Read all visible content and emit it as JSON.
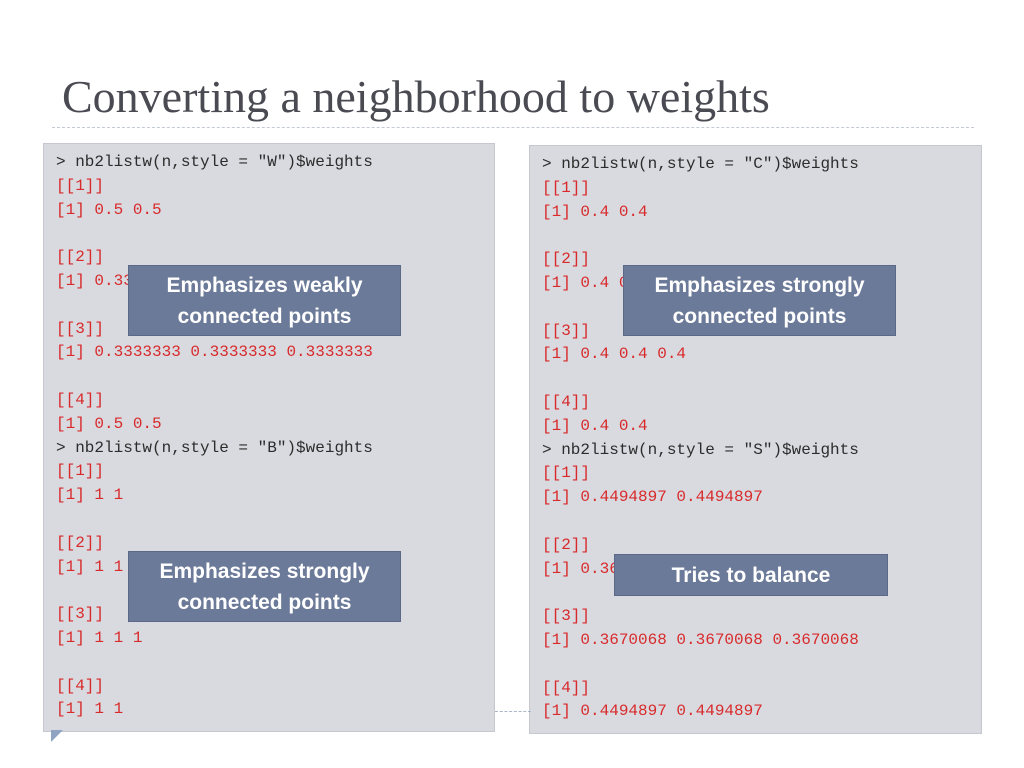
{
  "slide": {
    "title": "Converting a neighborhood to weights"
  },
  "panels": {
    "left": {
      "lines": [
        {
          "kind": "cmd",
          "text": "> nb2listw(n,style = \"W\")$weights"
        },
        {
          "kind": "out",
          "text": "[[1]]"
        },
        {
          "kind": "out",
          "text": "[1] 0.5 0.5"
        },
        {
          "kind": "out",
          "text": ""
        },
        {
          "kind": "out",
          "text": "[[2]]"
        },
        {
          "kind": "out",
          "text": "[1] 0.3333333 0.3333333 0.3333333"
        },
        {
          "kind": "out",
          "text": ""
        },
        {
          "kind": "out",
          "text": "[[3]]"
        },
        {
          "kind": "out",
          "text": "[1] 0.3333333 0.3333333 0.3333333"
        },
        {
          "kind": "out",
          "text": ""
        },
        {
          "kind": "out",
          "text": "[[4]]"
        },
        {
          "kind": "out",
          "text": "[1] 0.5 0.5"
        },
        {
          "kind": "cmd",
          "text": "> nb2listw(n,style = \"B\")$weights"
        },
        {
          "kind": "out",
          "text": "[[1]]"
        },
        {
          "kind": "out",
          "text": "[1] 1 1"
        },
        {
          "kind": "out",
          "text": ""
        },
        {
          "kind": "out",
          "text": "[[2]]"
        },
        {
          "kind": "out",
          "text": "[1] 1 1 1"
        },
        {
          "kind": "out",
          "text": ""
        },
        {
          "kind": "out",
          "text": "[[3]]"
        },
        {
          "kind": "out",
          "text": "[1] 1 1 1"
        },
        {
          "kind": "out",
          "text": ""
        },
        {
          "kind": "out",
          "text": "[[4]]"
        },
        {
          "kind": "out",
          "text": "[1] 1 1"
        }
      ]
    },
    "right": {
      "lines": [
        {
          "kind": "cmd",
          "text": "> nb2listw(n,style = \"C\")$weights"
        },
        {
          "kind": "out",
          "text": "[[1]]"
        },
        {
          "kind": "out",
          "text": "[1] 0.4 0.4"
        },
        {
          "kind": "out",
          "text": ""
        },
        {
          "kind": "out",
          "text": "[[2]]"
        },
        {
          "kind": "out",
          "text": "[1] 0.4 0.4 0.4"
        },
        {
          "kind": "out",
          "text": ""
        },
        {
          "kind": "out",
          "text": "[[3]]"
        },
        {
          "kind": "out",
          "text": "[1] 0.4 0.4 0.4"
        },
        {
          "kind": "out",
          "text": ""
        },
        {
          "kind": "out",
          "text": "[[4]]"
        },
        {
          "kind": "out",
          "text": "[1] 0.4 0.4"
        },
        {
          "kind": "cmd",
          "text": "> nb2listw(n,style = \"S\")$weights"
        },
        {
          "kind": "out",
          "text": "[[1]]"
        },
        {
          "kind": "out",
          "text": "[1] 0.4494897 0.4494897"
        },
        {
          "kind": "out",
          "text": ""
        },
        {
          "kind": "out",
          "text": "[[2]]"
        },
        {
          "kind": "out",
          "text": "[1] 0.3670068 0.3670068 0.3670068"
        },
        {
          "kind": "out",
          "text": ""
        },
        {
          "kind": "out",
          "text": "[[3]]"
        },
        {
          "kind": "out",
          "text": "[1] 0.3670068 0.3670068 0.3670068"
        },
        {
          "kind": "out",
          "text": ""
        },
        {
          "kind": "out",
          "text": "[[4]]"
        },
        {
          "kind": "out",
          "text": "[1] 0.4494897 0.4494897"
        }
      ]
    }
  },
  "callouts": {
    "w": "Emphasizes weakly\nconnected points",
    "b": "Emphasizes strongly\nconnected points",
    "c": "Emphasizes strongly\nconnected points",
    "s": "Tries to balance"
  },
  "colors": {
    "command_text": "#2c2c2c",
    "output_text": "#d82a2a",
    "panel_background": "#d9dae0",
    "callout_background": "#6c7a99",
    "title_text": "#4a4a52",
    "accent_triangle": "#8ea4c2"
  }
}
